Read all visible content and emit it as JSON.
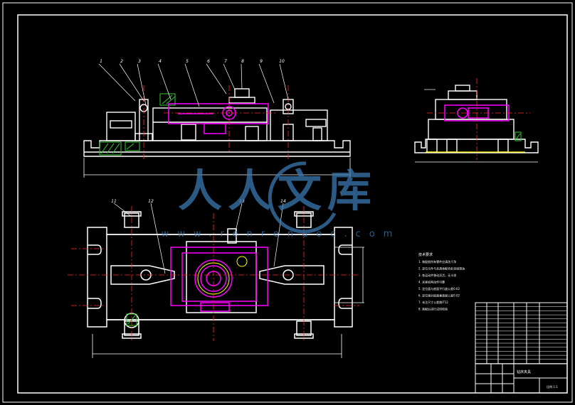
{
  "drawing": {
    "part_labels_top": [
      "1",
      "2",
      "3",
      "4",
      "5",
      "6",
      "7",
      "8",
      "9",
      "10"
    ],
    "part_labels_bottom": [
      "11",
      "12",
      "13",
      "14"
    ],
    "notes_title": "技术要求",
    "notes": [
      "1. 装配前所有零件应清洗干净",
      "2. 定位元件与夹具体配合处涂润滑油",
      "3. 各运动件移动灵活，无卡滞",
      "4. 夹紧机构动作可靠",
      "5. 定位面与底面平行度公差0.02",
      "6. 定位销对底面垂直度公差0.02",
      "7. 未注尺寸公差按IT12",
      "8. 装配后进行试切检验"
    ],
    "title_block": {
      "drawing_title": "钻床夹具",
      "scale_label": "比例 1:1"
    }
  },
  "watermark": {
    "main": "人人文库",
    "url": "www.renrendoc.com"
  },
  "colors": {
    "background": "#000000",
    "border": "#ffffff",
    "line": "#ffffff",
    "highlight": "#ff00ff",
    "center": "#ff2a2a",
    "hatch": "#33cc33",
    "accent_yellow": "#ffff00",
    "watermark": "#3a78b0"
  }
}
